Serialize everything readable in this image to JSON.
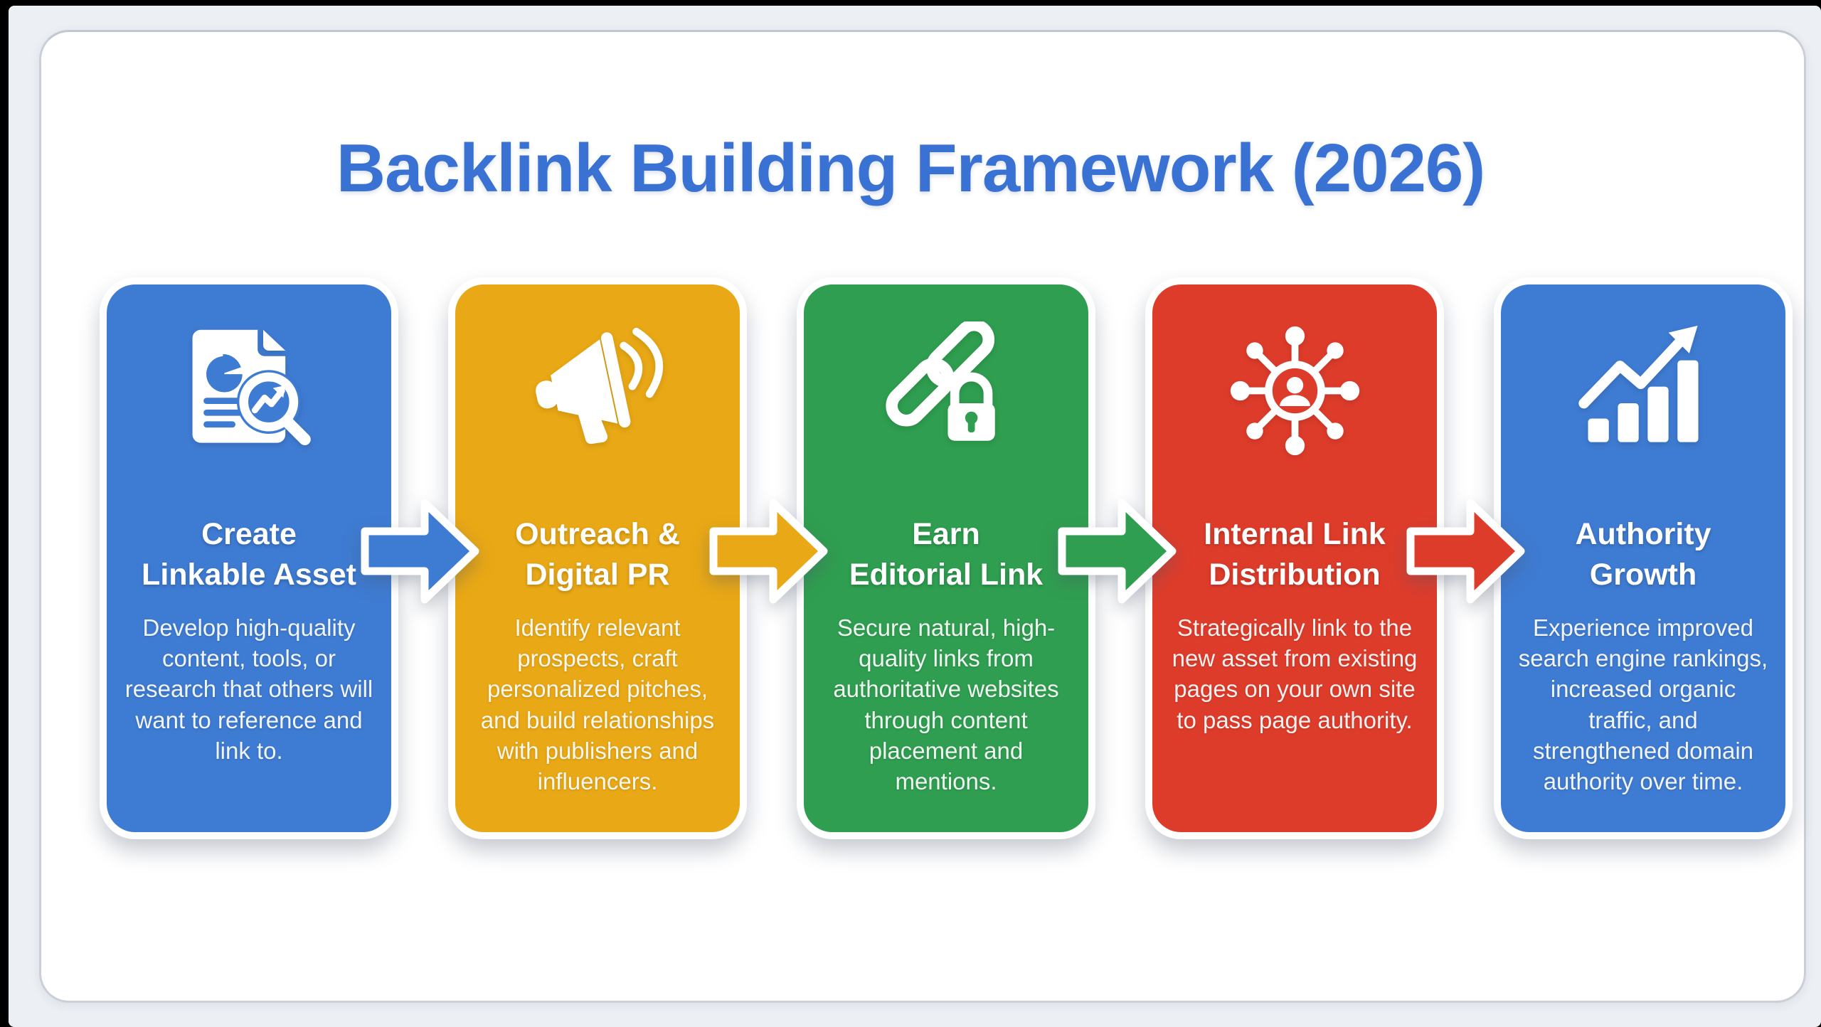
{
  "page": {
    "title": "Backlink Building Framework (2026)",
    "title_color": "#3A72D4",
    "background_color": "#ECEFF4",
    "panel_color": "#FFFFFF"
  },
  "palette": {
    "blue": "#3E7BD2",
    "yellow": "#E9A815",
    "green": "#2F9E50",
    "red": "#DE3C2B"
  },
  "steps": [
    {
      "title": "Create Linkable Asset",
      "description": "Develop high-quality content, tools, or research that others will want to reference and link to.",
      "color": "#3E7BD2",
      "icon": "report-analytics-icon"
    },
    {
      "title": "Outreach & Digital PR",
      "description": "Identify relevant prospects, craft personalized pitches, and build relationships with publishers and influencers.",
      "color": "#E9A815",
      "icon": "megaphone-icon"
    },
    {
      "title": "Earn Editorial Link",
      "description": "Secure natural, high-quality links from authoritative websites through content placement and mentions.",
      "color": "#2F9E50",
      "icon": "chain-link-lock-icon"
    },
    {
      "title": "Internal Link Distribution",
      "description": "Strategically link to the new asset from existing pages on your own site to pass page authority.",
      "color": "#DE3C2B",
      "icon": "network-hub-icon"
    },
    {
      "title": "Authority Growth",
      "description": "Experience improved search engine rankings, increased organic traffic, and strengthened domain authority over time.",
      "color": "#3E7BD2",
      "icon": "growth-chart-icon"
    }
  ],
  "connectors": [
    {
      "from": "Create Linkable Asset",
      "color": "#3E7BD2"
    },
    {
      "from": "Outreach & Digital PR",
      "color": "#E9A815"
    },
    {
      "from": "Earn Editorial Link",
      "color": "#2F9E50"
    },
    {
      "from": "Internal Link Distribution",
      "color": "#DE3C2B"
    }
  ]
}
